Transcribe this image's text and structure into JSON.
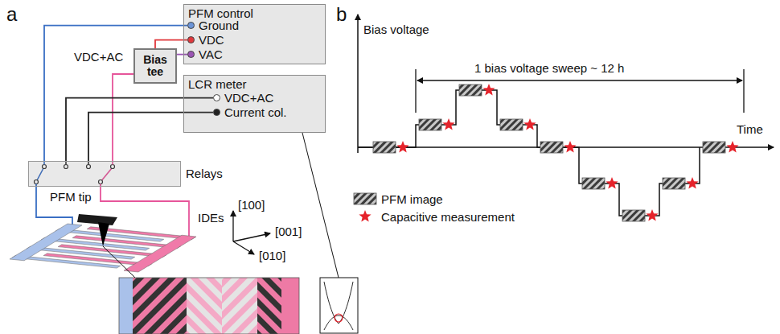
{
  "diagram": {
    "nodes": [
      {
        "text": [
          "PFM control"
        ]
      },
      {
        "text": [
          "Ground"
        ],
        "in": 0
      },
      {
        "text": [
          "VDC"
        ],
        "in": 0
      },
      {
        "text": [
          "VAC"
        ],
        "in": 0
      },
      {
        "text": [
          "Bias tee"
        ]
      },
      {
        "text": [
          "LCR meter"
        ]
      },
      {
        "text": [
          "VDC+AC"
        ],
        "in": 5
      },
      {
        "text": [
          "Current col."
        ],
        "in": 5
      },
      {
        "text": [
          "Relays"
        ]
      }
    ],
    "edges": [
      {
        "from": 2,
        "to": 4,
        "arrow": "none"
      },
      {
        "from": 3,
        "to": 4,
        "arrow": "none"
      },
      {
        "from": 4,
        "to": 8,
        "arrow": "none"
      },
      {
        "from": 1,
        "to": 8,
        "arrow": "none"
      },
      {
        "from": 6,
        "to": 8,
        "arrow": "none"
      },
      {
        "from": 7,
        "to": 8,
        "arrow": "none"
      }
    ],
    "labels": [
      "a",
      "b",
      "VDC+AC",
      "PFM tip",
      "IDEs",
      "[100]",
      "[001]",
      "[010]",
      "Bias voltage",
      "Time",
      "1 bias voltage sweep ~ 12 h"
    ],
    "legend": [
      {
        "text": "PFM image"
      },
      {
        "text": "Capacitive measurement"
      }
    ]
  }
}
